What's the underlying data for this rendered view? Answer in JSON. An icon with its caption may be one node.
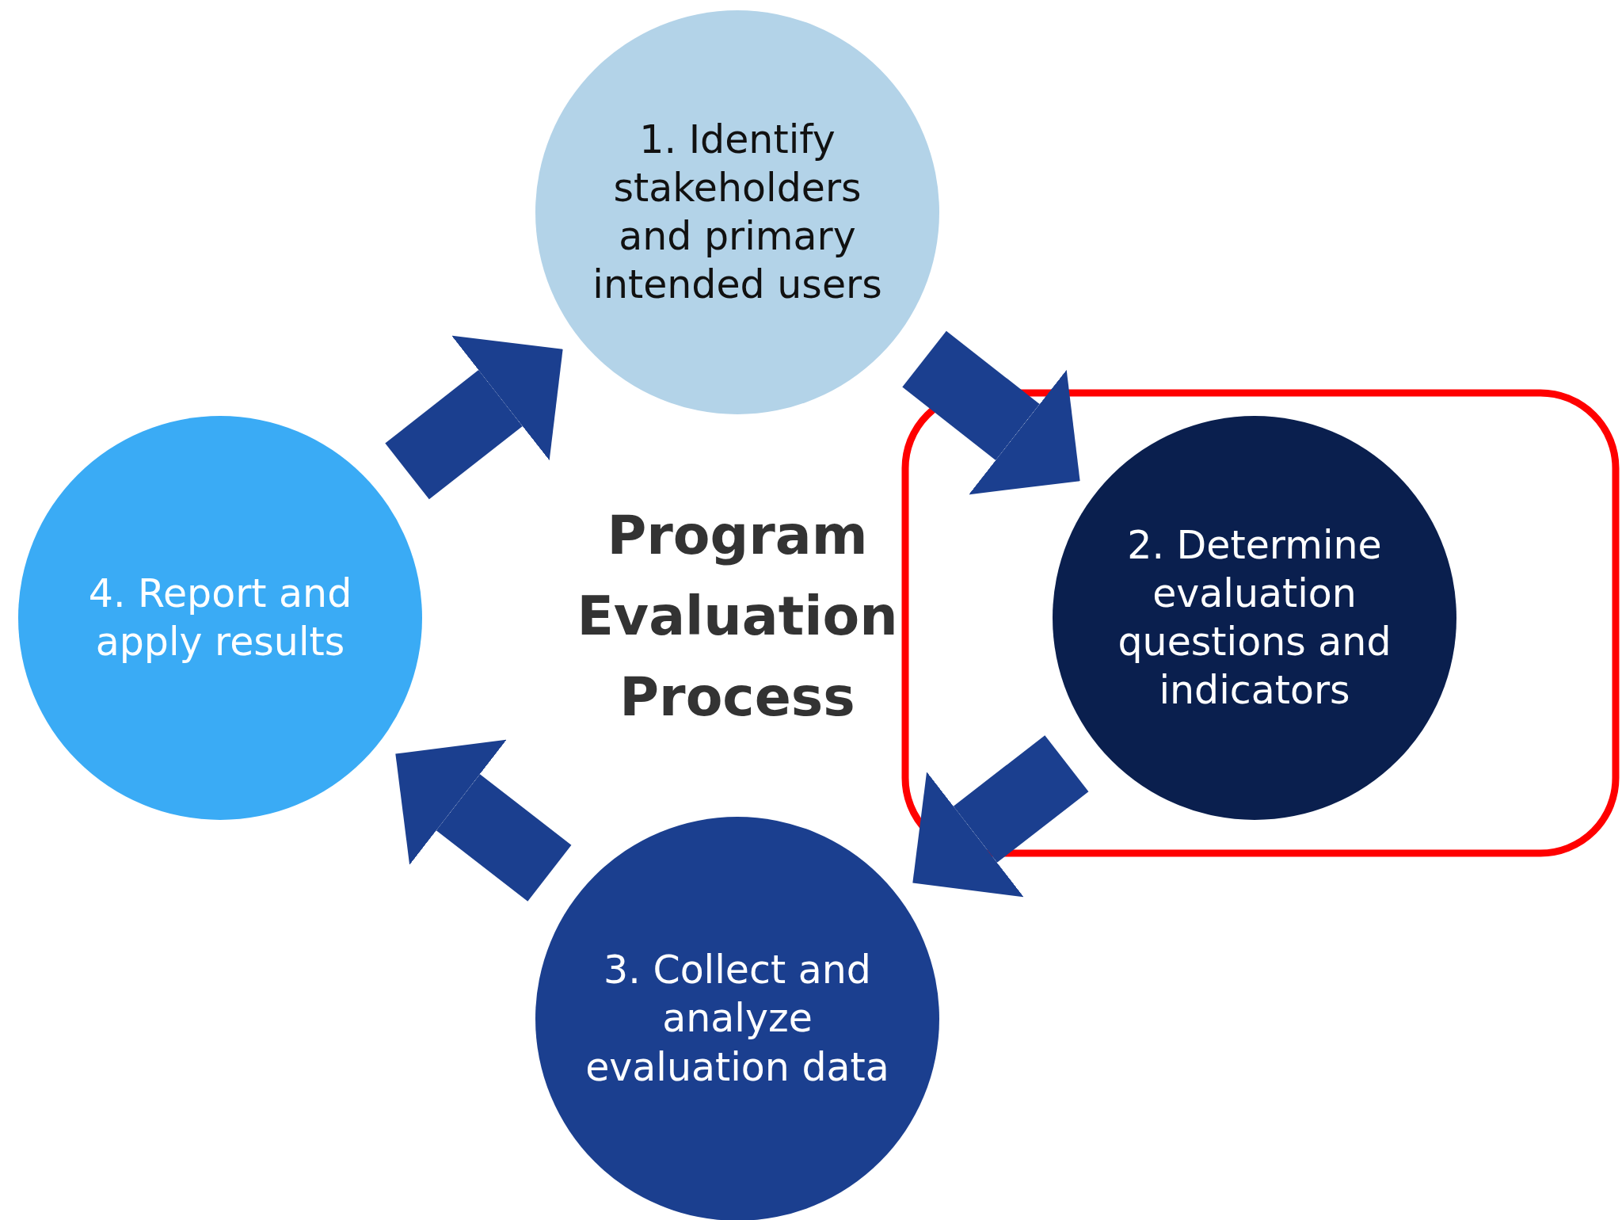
{
  "diagram": {
    "title": "Program Evaluation Process",
    "nodes": [
      {
        "text": [
          "1. Identify stakeholders and primary intended users"
        ]
      },
      {
        "text": [
          "2. Determine evaluation questions and indicators"
        ]
      },
      {
        "text": [
          "3. Collect and analyze evaluation data"
        ]
      },
      {
        "text": [
          "4. Report and apply results"
        ]
      }
    ],
    "edges": [
      {
        "from": 0,
        "to": 1,
        "arrow": "to"
      },
      {
        "from": 1,
        "to": 2,
        "arrow": "to"
      },
      {
        "from": 2,
        "to": 3,
        "arrow": "to"
      },
      {
        "from": 3,
        "to": 0,
        "arrow": "to"
      }
    ]
  }
}
